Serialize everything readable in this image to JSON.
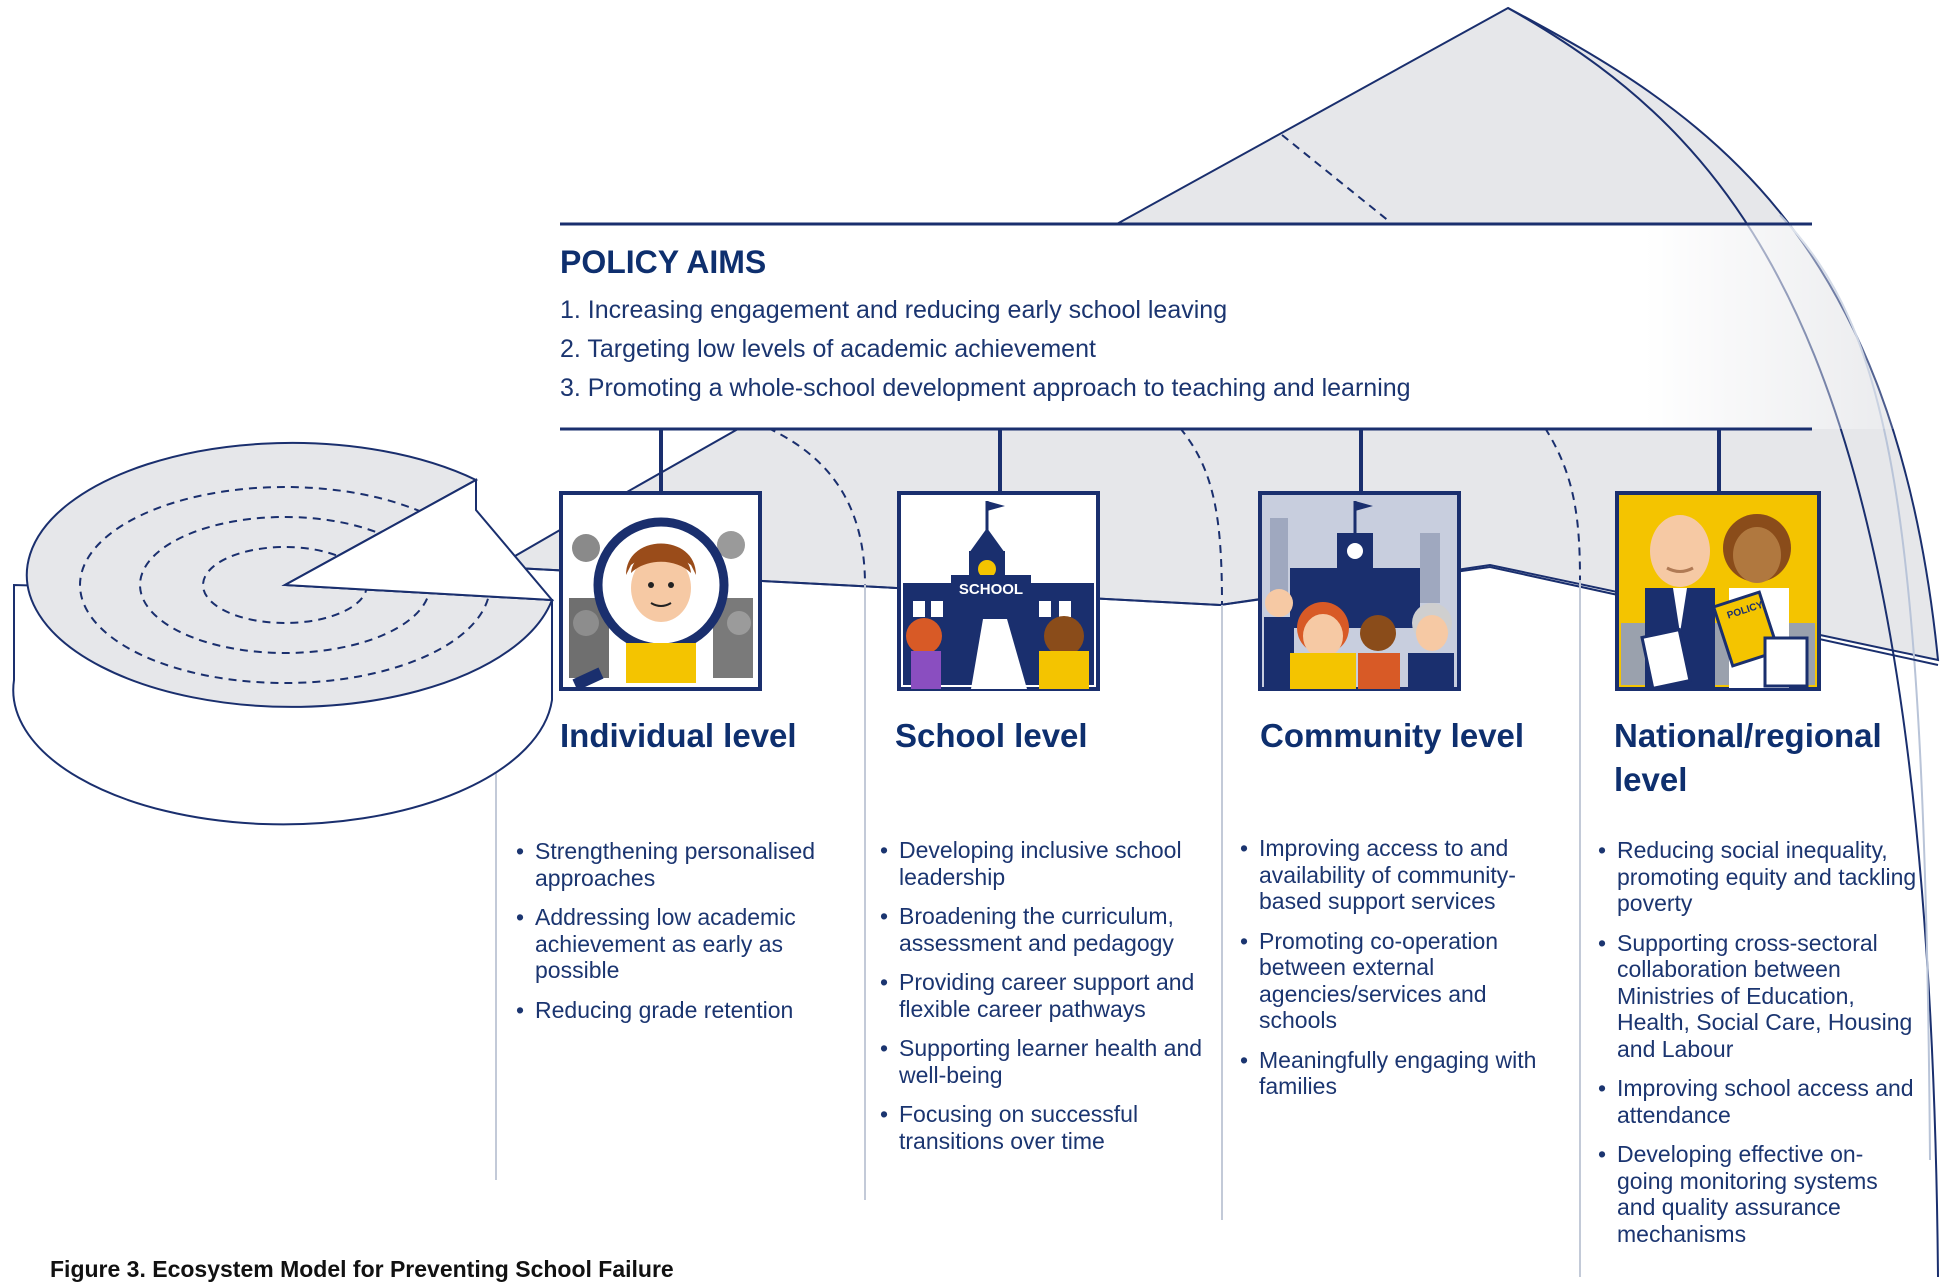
{
  "policy_aims": {
    "title": "POLICY AIMS",
    "items": [
      "1. Increasing engagement and reducing early school leaving",
      "2. Targeting low levels of academic achievement",
      "3. Promoting a whole-school development approach to teaching and learning"
    ]
  },
  "levels": [
    {
      "name": "Individual level",
      "icon": "magnifier-child-icon",
      "bullets": [
        "Strengthening personalised approaches",
        "Addressing low academic achievement as early as possible",
        "Reducing grade retention"
      ]
    },
    {
      "name": "School level",
      "icon": "school-building-icon",
      "sign": "SCHOOL",
      "bullets": [
        "Developing inclusive school leadership",
        "Broadening the curriculum, assessment and pedagogy",
        "Providing career support and flexible career pathways",
        "Supporting learner health and well-being",
        "Focusing on successful transitions over time"
      ]
    },
    {
      "name": "Community level",
      "icon": "community-people-icon",
      "bullets": [
        "Improving access to and availability of community-based support services",
        "Promoting co-operation between external agencies/services and schools",
        "Meaningfully engaging with families"
      ]
    },
    {
      "name": "National/regional level",
      "icon": "policy-makers-icon",
      "sign": "POLICY",
      "bullets": [
        "Reducing social inequality, promoting equity and tackling poverty",
        "Supporting cross-sectoral collaboration between Ministries of Education, Health, Social Care, Housing and Labour",
        "Improving school access and attendance",
        "Developing effective on-going monitoring systems and quality assurance mechanisms"
      ]
    }
  ],
  "caption": "Figure 3. Ecosystem Model for Preventing School Failure",
  "colors": {
    "navy": "#1a2f6e",
    "shell": "#e6e7ea",
    "yellow": "#f4c400"
  }
}
